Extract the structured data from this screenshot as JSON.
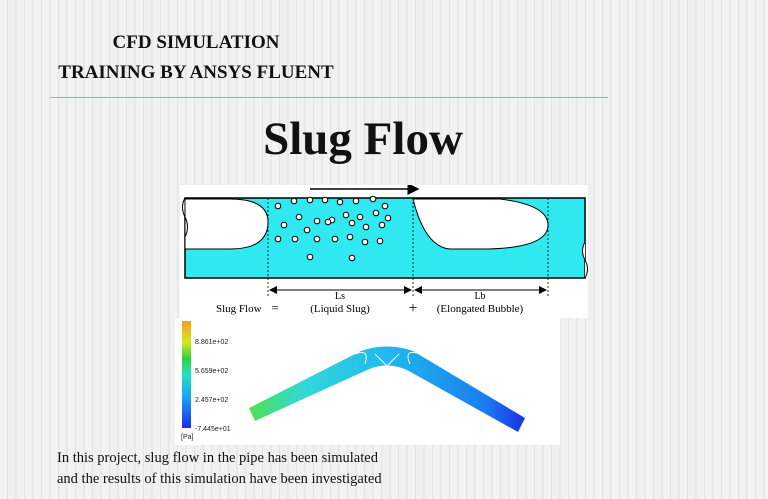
{
  "header": {
    "line1": "CFD SIMULATION",
    "line2": "TRAINING BY ANSYS FLUENT"
  },
  "title": "Slug Flow",
  "diagram": {
    "equation_left": "Slug Flow",
    "equals": "=",
    "plus": "+",
    "ls_symbol": "Ls",
    "ls_label": "(Liquid Slug)",
    "lb_symbol": "Lb",
    "lb_label": "(Elongated Bubble)",
    "liquid_color": "#30e8f0"
  },
  "contour": {
    "legend_labels": [
      "8.861e+02",
      "5.659e+02",
      "2.457e+02",
      "-7.445e+01"
    ],
    "unit": "[Pa]"
  },
  "footer": {
    "line1": "In this project, slug flow in the pipe has been simulated",
    "line2": "and the results of this simulation have been investigated"
  }
}
